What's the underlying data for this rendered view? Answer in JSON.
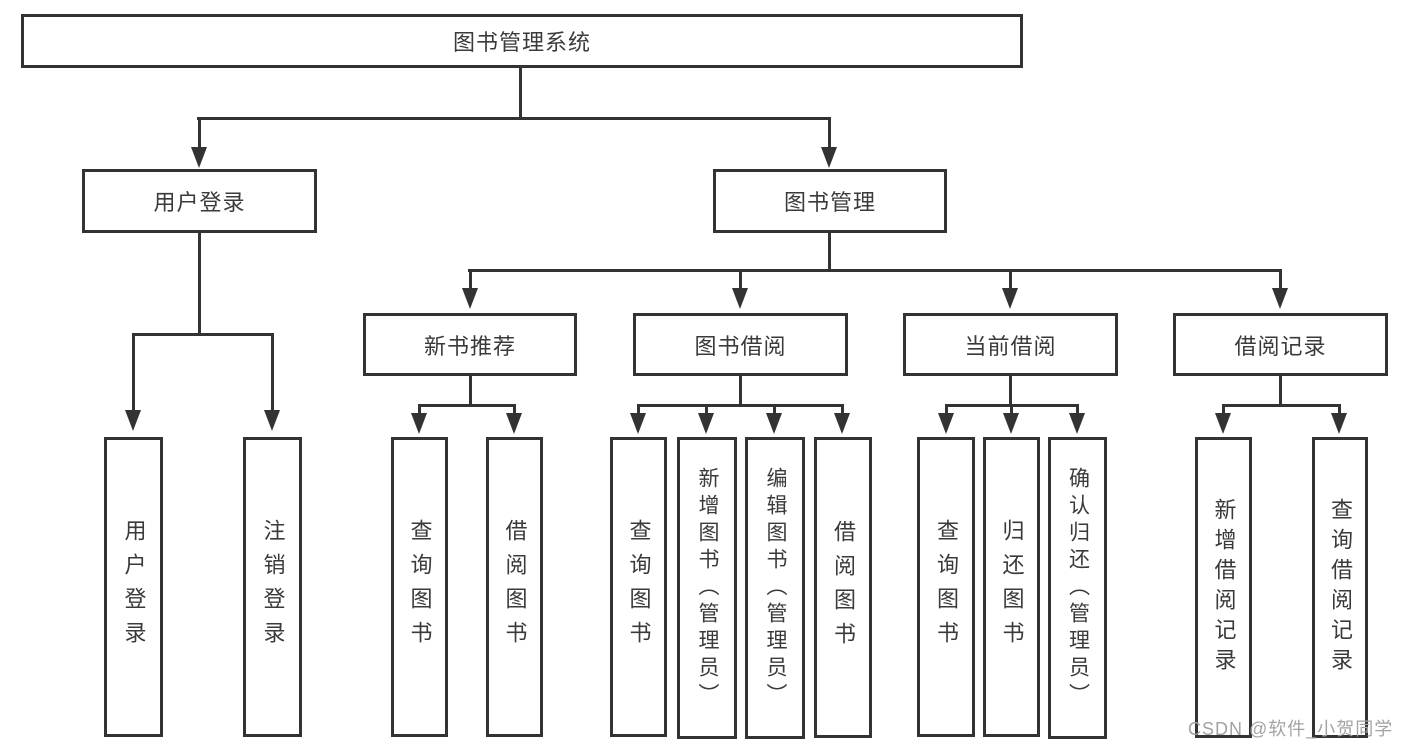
{
  "diagram": {
    "root": "图书管理系统",
    "level1": [
      "用户登录",
      "图书管理"
    ],
    "level2": [
      "新书推荐",
      "图书借阅",
      "当前借阅",
      "借阅记录"
    ],
    "leaves_user": [
      "用户登录",
      "注销登录"
    ],
    "leaves_recommend": [
      "查询图书",
      "借阅图书"
    ],
    "leaves_borrow": [
      "查询图书",
      "新增图书（管理员）",
      "编辑图书（管理员）",
      "借阅图书"
    ],
    "leaves_current": [
      "查询图书",
      "归还图书",
      "确认归还（管理员）"
    ],
    "leaves_records": [
      "新增借阅记录",
      "查询借阅记录"
    ],
    "colors": {
      "line": "#333333",
      "text": "#3a3a3a",
      "watermark": "#a3a3a3",
      "background": "#ffffff"
    }
  },
  "watermark": "CSDN @软件_小贺同学"
}
